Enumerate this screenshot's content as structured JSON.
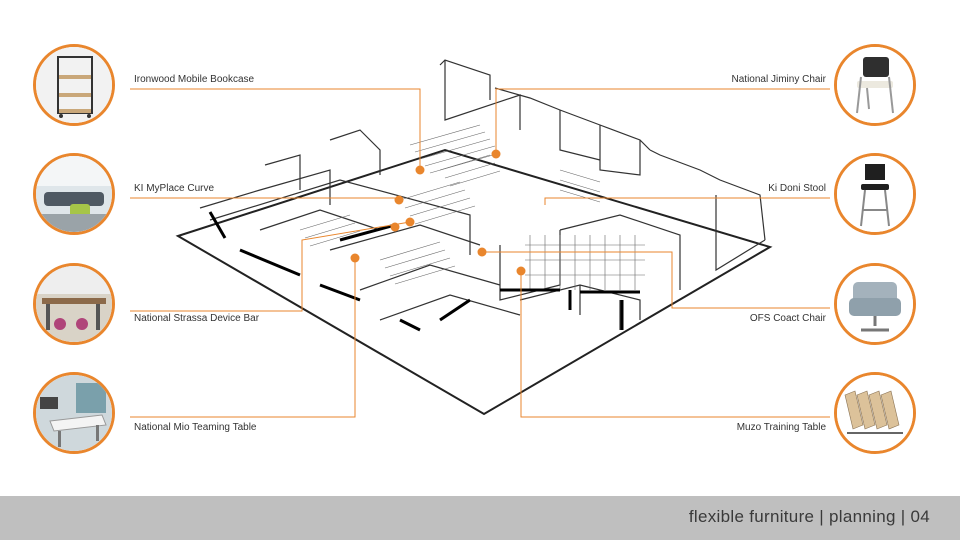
{
  "colors": {
    "accent": "#e9862d",
    "footer_bg": "#bfbfbf",
    "label_text": "#333333"
  },
  "callouts": {
    "left": [
      {
        "label": "Ironwood Mobile Bookcase",
        "icon": "bookcase-icon"
      },
      {
        "label": "KI MyPlace Curve",
        "icon": "lounge-seating-icon"
      },
      {
        "label": "National Strassa Device Bar",
        "icon": "device-bar-icon"
      },
      {
        "label": "National Mio Teaming Table",
        "icon": "teaming-table-icon"
      }
    ],
    "right": [
      {
        "label": "National Jiminy Chair",
        "icon": "mesh-chair-icon"
      },
      {
        "label": "Ki Doni Stool",
        "icon": "stool-icon"
      },
      {
        "label": "OFS Coact Chair",
        "icon": "lounge-chair-icon"
      },
      {
        "label": "Muzo Training Table",
        "icon": "folding-table-icon"
      }
    ]
  },
  "footer": {
    "text": "flexible furniture | planning | 04"
  }
}
